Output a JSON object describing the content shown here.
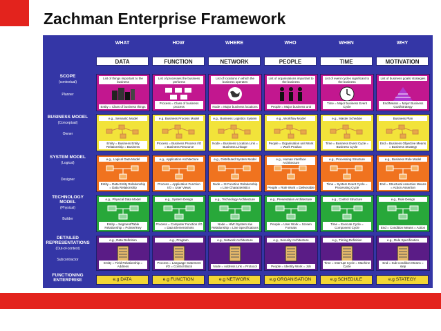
{
  "title": "Zachman Enterprise Framework",
  "columns": [
    {
      "question": "WHAT",
      "name": "DATA"
    },
    {
      "question": "HOW",
      "name": "FUNCTION"
    },
    {
      "question": "WHERE",
      "name": "NETWORK"
    },
    {
      "question": "WHO",
      "name": "PEOPLE"
    },
    {
      "question": "WHEN",
      "name": "TIME"
    },
    {
      "question": "WHY",
      "name": "MOTIVATION"
    }
  ],
  "rows": [
    {
      "title": "SCOPE",
      "subtitle": "(contextual)",
      "role": "Planner",
      "color": "#c2178f",
      "cells": [
        {
          "top": "List of things important to the business",
          "bottom": "Entity = Class of business things",
          "icon": "building-blocks-icon"
        },
        {
          "top": "List of processes the business performs",
          "bottom": "Process = Class of business process",
          "icon": "process-boxes-icon"
        },
        {
          "top": "List of locations in which the business operates",
          "bottom": "Node = Major business locations",
          "icon": "globe-icon"
        },
        {
          "top": "List of organisations important to the business",
          "bottom": "People = Major business unit",
          "icon": "people-icon"
        },
        {
          "top": "List of event cycles significant to the business",
          "bottom": "Time = Major business Event Cycle",
          "icon": "clock-icon"
        },
        {
          "top": "List of business goals/ strategies",
          "bottom": "End/Means = Major Business Goal/Strategy",
          "icon": "pyramid-icon"
        }
      ]
    },
    {
      "title": "BUSINESS MODEL",
      "subtitle": "(Conceptual)",
      "role": "Owner",
      "color": "#f2e33a",
      "cells": [
        {
          "top": "e.g., Semantic Model",
          "bottom": "Entity = Business Entity Relationship = Business",
          "icon": "semantic-model-icon"
        },
        {
          "top": "e.g. Business Process Model",
          "bottom": "Process = Business Process I/O = Business Resource",
          "icon": "process-model-icon"
        },
        {
          "top": "e.g., Business Logistics System",
          "bottom": "Node = Business Location Link = Business Linkage",
          "icon": "logistics-icon"
        },
        {
          "top": "e.g., Workflow Model",
          "bottom": "People = Organisation unit Work = Work Product",
          "icon": "workflow-icon"
        },
        {
          "top": "e.g., Master Schedule",
          "bottom": "Time = Business Event Cycle = Business Cycle",
          "icon": "schedule-icon"
        },
        {
          "top": "Business Plan",
          "bottom": "End = Business Objective Means = Business Strategy",
          "icon": "business-plan-icon"
        }
      ]
    },
    {
      "title": "SYSTEM MODEL",
      "subtitle": "(Logical)",
      "role": "Designer",
      "color": "#f0731f",
      "cells": [
        {
          "top": "e.g., Logical Data Model",
          "bottom": "Entity = Data Entity Relationship = Data Relationship",
          "icon": "data-model-icon"
        },
        {
          "top": "e.g., Application Architecture",
          "bottom": "Process = Application Function I/O = User Views",
          "icon": "application-architecture-icon"
        },
        {
          "top": "e.g., Distributed System Model",
          "bottom": "Node = IS Function Relationship = Line Characteristics",
          "icon": "distributed-system-icon"
        },
        {
          "top": "e.g., Human Interface Architecture",
          "bottom": "People = Role Work = Deliverable",
          "icon": "human-interface-icon"
        },
        {
          "top": "e.g., Processing Structure",
          "bottom": "Time = System Event Cycle = Processing Cycle",
          "icon": "processing-structure-icon"
        },
        {
          "top": "e.g., Business Rule Model",
          "bottom": "End = Structural Assertion Means = Action Assertion",
          "icon": "rule-model-icon"
        }
      ]
    },
    {
      "title": "TECHNOLOGY MODEL",
      "subtitle": "(Physical)",
      "role": "Builder",
      "color": "#28a83a",
      "cells": [
        {
          "top": "e.g., Physical Data Model",
          "bottom": "Entity = Segment/Table Relationship = Pointer/Key",
          "icon": "physical-data-icon"
        },
        {
          "top": "e.g., System Design",
          "bottom": "Process = Computer Function I/O = Data Elements/sets",
          "icon": "system-design-icon"
        },
        {
          "top": "e.g., Technology Architecture",
          "bottom": "Node = H/W /System s/w Relationship = Line Specifications",
          "icon": "technology-architecture-icon"
        },
        {
          "top": "e.g., Presentation Architecture",
          "bottom": "People = User Work = Screen Formats",
          "icon": "presentation-icon"
        },
        {
          "top": "e.g., Control Structure",
          "bottom": "Time = Execute Cycle = Component Cycle",
          "icon": "control-structure-icon"
        },
        {
          "top": "e.g., Rule Design",
          "bottom": "End = Condition Means = Action",
          "icon": "rule-design-icon"
        }
      ]
    },
    {
      "title": "DETAILED REPRESENTATIONS",
      "subtitle": "(Out-of-context)",
      "role": "Subcontractor",
      "color": "#5a1c86",
      "cells": [
        {
          "top": "e.g., Data Definition",
          "bottom": "Entity = Field Relationship = Address",
          "icon": "list-icon"
        },
        {
          "top": "e.g., Program",
          "bottom": "Process = Language Statement I/O = Control Block",
          "icon": "list-icon"
        },
        {
          "top": "e.g., Network Architecture",
          "bottom": "Node = Address Link = Protocol",
          "icon": "list-icon"
        },
        {
          "top": "e.g., Security Architecture",
          "bottom": "People = Identity Work = Job",
          "icon": "list-icon"
        },
        {
          "top": "e.g., Timing Definition",
          "bottom": "Time = Interrupt Cycle = Machine Cycle",
          "icon": "list-icon"
        },
        {
          "top": "e.g., Rule Specification",
          "bottom": "End = Sub-condition Means = step",
          "icon": "list-icon"
        }
      ]
    }
  ],
  "functioning": {
    "title": "FUNCTIONING ENTERPRISE",
    "cells": [
      "e.g DATA",
      "e.g FUNCTION",
      "e.g NETWORK",
      "e.g ORGANISATION",
      "e.g SCHEDULE",
      "e.g STATEGY"
    ]
  }
}
